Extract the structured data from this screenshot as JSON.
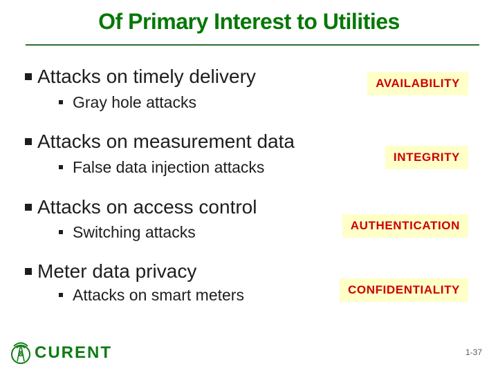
{
  "slide": {
    "title": "Of Primary Interest to Utilities",
    "page_number": "1-37",
    "logo_text": "CURENT"
  },
  "bullets": [
    {
      "main": "Attacks on timely delivery",
      "sub": "Gray hole attacks",
      "badge": "AVAILABILITY"
    },
    {
      "main": "Attacks on measurement data",
      "sub": "False data injection attacks",
      "badge": "INTEGRITY"
    },
    {
      "main": "Attacks on access control",
      "sub": "Switching attacks",
      "badge": "AUTHENTICATION"
    },
    {
      "main": "Meter data privacy",
      "sub": "Attacks on smart meters",
      "badge": "CONFIDENTIALITY"
    }
  ],
  "colors": {
    "title_green": "#067806",
    "rule_green": "#2d6e2d",
    "body_text": "#1d1d1d",
    "badge_background": "#ffffc8",
    "badge_text": "#cc0000",
    "logo_green": "#0e7c14",
    "page_number_text": "#4f624f"
  }
}
